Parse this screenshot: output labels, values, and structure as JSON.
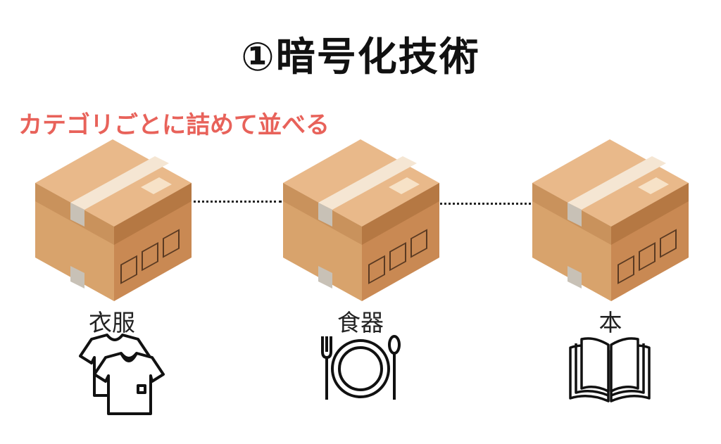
{
  "title": "①暗号化技術",
  "subtitle": "カテゴリごとに詰めて並べる",
  "colors": {
    "subtitle": "#e8625a",
    "box_top": "#e9b98a",
    "box_front": "#d9a56e",
    "box_right": "#c98b55",
    "tape": "#f5e6d3"
  },
  "categories": [
    {
      "label": "衣服",
      "icon": "tshirt-icon"
    },
    {
      "label": "食器",
      "icon": "plate-cutlery-icon"
    },
    {
      "label": "本",
      "icon": "open-book-icon"
    }
  ]
}
